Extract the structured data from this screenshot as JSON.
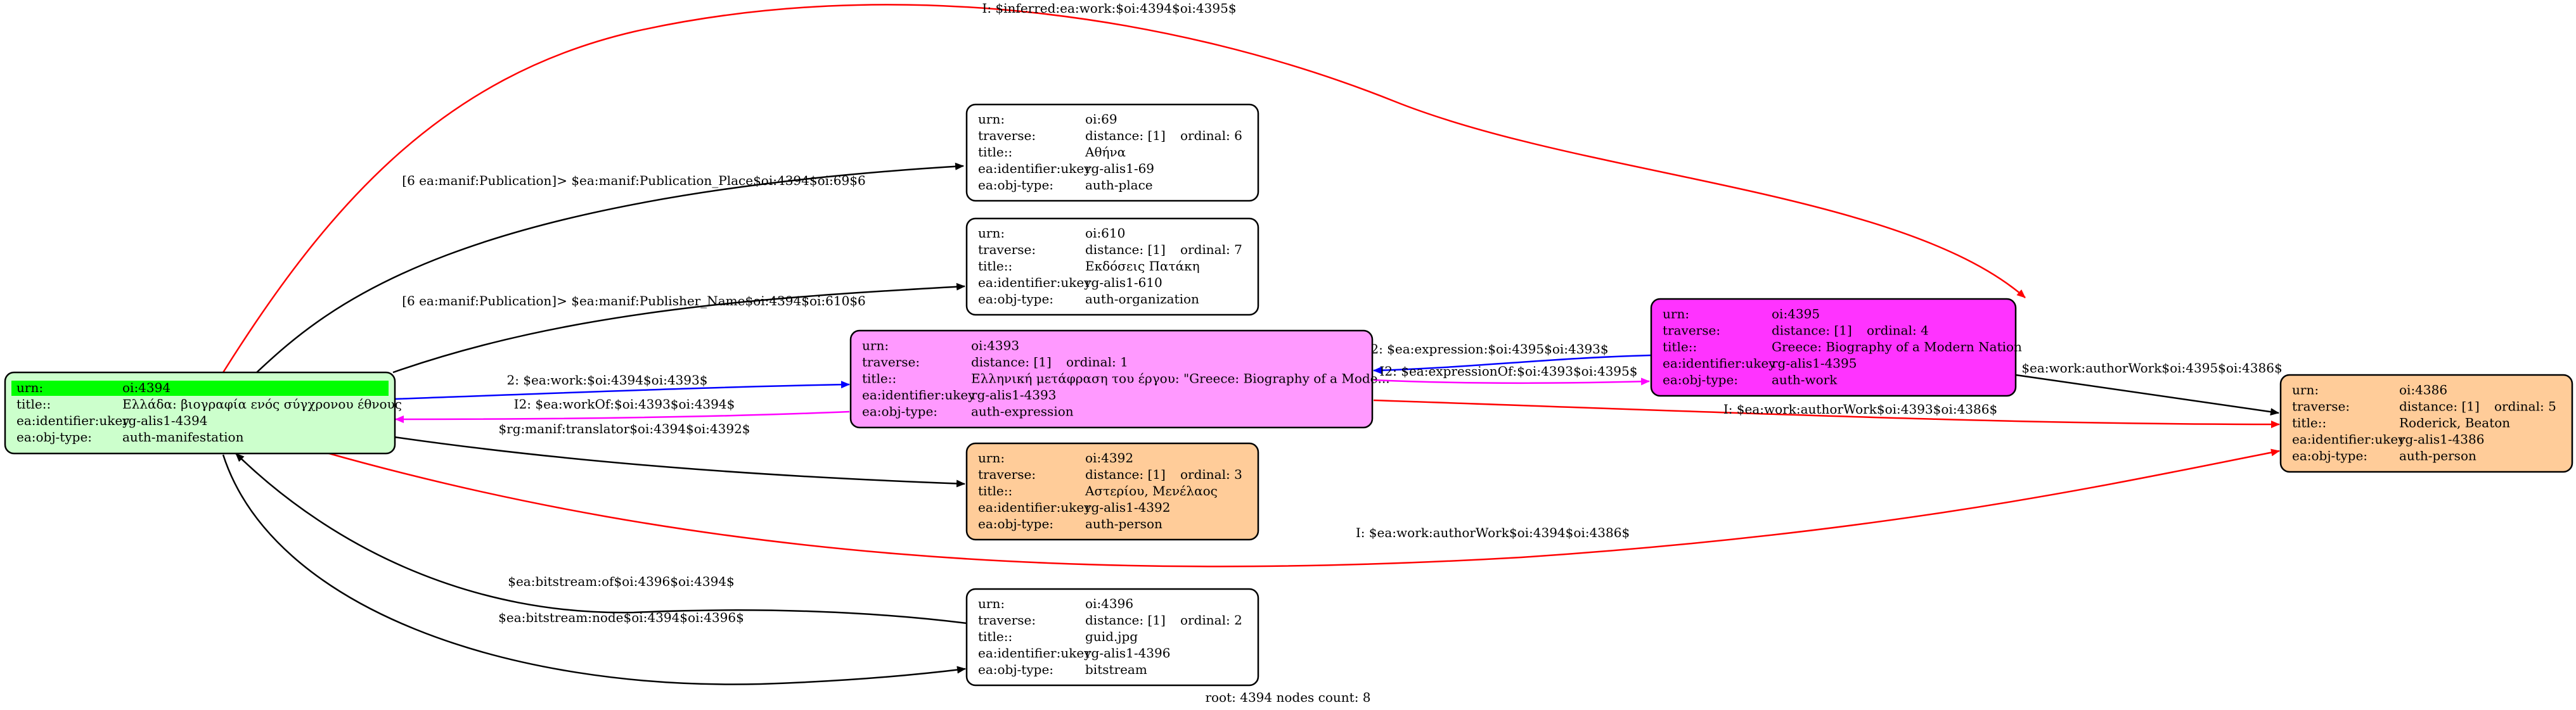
{
  "colors": {
    "root_fill": "#ccffcc",
    "root_header": "#00ff00",
    "work_fill": "#ff33ff",
    "expression_fill": "#ff99ff",
    "person_fill": "#ffcc99",
    "plain_fill": "#ffffff",
    "edge_black": "#000000",
    "edge_red": "#ff0000",
    "edge_blue": "#0000ff",
    "edge_magenta": "#ff00ff"
  },
  "nodes": {
    "n4394": {
      "style": "root",
      "rows": [
        {
          "k": "urn:",
          "v": "oi:4394"
        },
        {
          "k": "title::",
          "v": "Ελλάδα: βιογραφία ενός σύγχρονου έθνους"
        },
        {
          "k": "ea:identifier:ukey",
          "v": "rg-alis1-4394"
        },
        {
          "k": "ea:obj-type:",
          "v": "auth-manifestation"
        }
      ]
    },
    "n69": {
      "style": "plain",
      "rows": [
        {
          "k": "urn:",
          "v": "oi:69"
        },
        {
          "k": "traverse:",
          "v": "distance: [1]",
          "v2": "ordinal: 6"
        },
        {
          "k": "title::",
          "v": "Αθήνα"
        },
        {
          "k": "ea:identifier:ukey",
          "v": "rg-alis1-69"
        },
        {
          "k": "ea:obj-type:",
          "v": "auth-place"
        }
      ]
    },
    "n610": {
      "style": "plain",
      "rows": [
        {
          "k": "urn:",
          "v": "oi:610"
        },
        {
          "k": "traverse:",
          "v": "distance: [1]",
          "v2": "ordinal: 7"
        },
        {
          "k": "title::",
          "v": "Εκδόσεις Πατάκη"
        },
        {
          "k": "ea:identifier:ukey",
          "v": "rg-alis1-610"
        },
        {
          "k": "ea:obj-type:",
          "v": "auth-organization"
        }
      ]
    },
    "n4393": {
      "style": "expression",
      "rows": [
        {
          "k": "urn:",
          "v": "oi:4393"
        },
        {
          "k": "traverse:",
          "v": "distance: [1]",
          "v2": "ordinal: 1"
        },
        {
          "k": "title::",
          "v": "Ελληνική μετάφραση του έργου: \"Greece: Biography of a Mode..."
        },
        {
          "k": "ea:identifier:ukey",
          "v": "rg-alis1-4393"
        },
        {
          "k": "ea:obj-type:",
          "v": "auth-expression"
        }
      ]
    },
    "n4392": {
      "style": "person",
      "rows": [
        {
          "k": "urn:",
          "v": "oi:4392"
        },
        {
          "k": "traverse:",
          "v": "distance: [1]",
          "v2": "ordinal: 3"
        },
        {
          "k": "title::",
          "v": "Αστερίου, Μενέλαος"
        },
        {
          "k": "ea:identifier:ukey",
          "v": "rg-alis1-4392"
        },
        {
          "k": "ea:obj-type:",
          "v": "auth-person"
        }
      ]
    },
    "n4396": {
      "style": "plain",
      "rows": [
        {
          "k": "urn:",
          "v": "oi:4396"
        },
        {
          "k": "traverse:",
          "v": "distance: [1]",
          "v2": "ordinal: 2"
        },
        {
          "k": "title::",
          "v": "guid.jpg"
        },
        {
          "k": "ea:identifier:ukey",
          "v": "rg-alis1-4396"
        },
        {
          "k": "ea:obj-type:",
          "v": "bitstream"
        }
      ]
    },
    "n4395": {
      "style": "work",
      "rows": [
        {
          "k": "urn:",
          "v": "oi:4395"
        },
        {
          "k": "traverse:",
          "v": "distance: [1]",
          "v2": "ordinal: 4"
        },
        {
          "k": "title::",
          "v": "Greece: Biography of a Modern Nation"
        },
        {
          "k": "ea:identifier:ukey",
          "v": "rg-alis1-4395"
        },
        {
          "k": "ea:obj-type:",
          "v": "auth-work"
        }
      ]
    },
    "n4386": {
      "style": "person",
      "rows": [
        {
          "k": "urn:",
          "v": "oi:4386"
        },
        {
          "k": "traverse:",
          "v": "distance: [1]",
          "v2": "ordinal: 5"
        },
        {
          "k": "title::",
          "v": "Roderick, Beaton"
        },
        {
          "k": "ea:identifier:ukey",
          "v": "rg-alis1-4386"
        },
        {
          "k": "ea:obj-type:",
          "v": "auth-person"
        }
      ]
    }
  },
  "edges": [
    {
      "id": "e-inferred-work",
      "color": "red",
      "label": "I: $inferred:ea:work:$oi:4394$oi:4395$"
    },
    {
      "id": "e-publication-place",
      "color": "black",
      "label": "[6 ea:manif:Publication]> $ea:manif:Publication_Place$oi:4394$oi:69$6"
    },
    {
      "id": "e-publisher-name",
      "color": "black",
      "label": "[6 ea:manif:Publication]> $ea:manif:Publisher_Name$oi:4394$oi:610$6"
    },
    {
      "id": "e-work",
      "color": "blue",
      "label": "2: $ea:work:$oi:4394$oi:4393$"
    },
    {
      "id": "e-workof",
      "color": "magenta",
      "label": "I2: $ea:workOf:$oi:4393$oi:4394$"
    },
    {
      "id": "e-translator",
      "color": "black",
      "label": "$rg:manif:translator$oi:4394$oi:4392$"
    },
    {
      "id": "e-expression",
      "color": "blue",
      "label": "2: $ea:expression:$oi:4395$oi:4393$"
    },
    {
      "id": "e-expressionof",
      "color": "magenta",
      "label": "I2: $ea:expressionOf:$oi:4393$oi:4395$"
    },
    {
      "id": "e-authorwork-4395",
      "color": "black",
      "label": "$ea:work:authorWork$oi:4395$oi:4386$"
    },
    {
      "id": "e-authorwork-4393",
      "color": "red",
      "label": "I: $ea:work:authorWork$oi:4393$oi:4386$"
    },
    {
      "id": "e-authorwork-4394",
      "color": "red",
      "label": "I: $ea:work:authorWork$oi:4394$oi:4386$"
    },
    {
      "id": "e-bitstream-of",
      "color": "black",
      "label": "$ea:bitstream:of$oi:4396$oi:4394$"
    },
    {
      "id": "e-bitstream-node",
      "color": "black",
      "label": "$ea:bitstream:node$oi:4394$oi:4396$"
    }
  ],
  "footer": "root: 4394 nodes count: 8"
}
